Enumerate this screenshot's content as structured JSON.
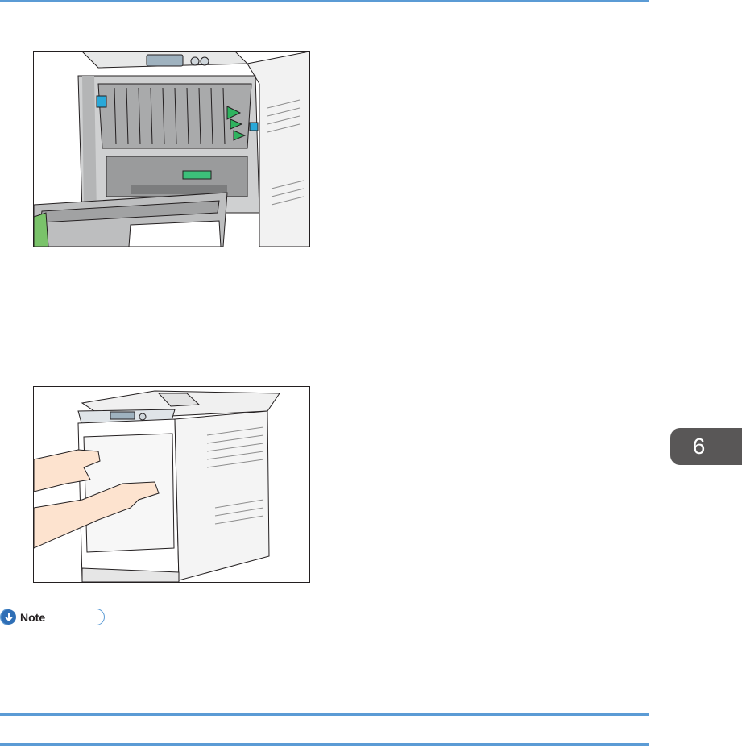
{
  "chapter_tab": {
    "number": "6"
  },
  "note": {
    "label": "Note"
  },
  "figures": [
    {
      "name": "fusing-unit-open-illustration",
      "icon": "printer-open-front-cover"
    },
    {
      "name": "close-front-cover-illustration",
      "icon": "hands-closing-front-cover"
    }
  ],
  "colors": {
    "accent_rule": "#5b9bd5",
    "tab": "#595757",
    "green_marker": "#2fb35f",
    "blue_lever": "#2aa8d8"
  }
}
